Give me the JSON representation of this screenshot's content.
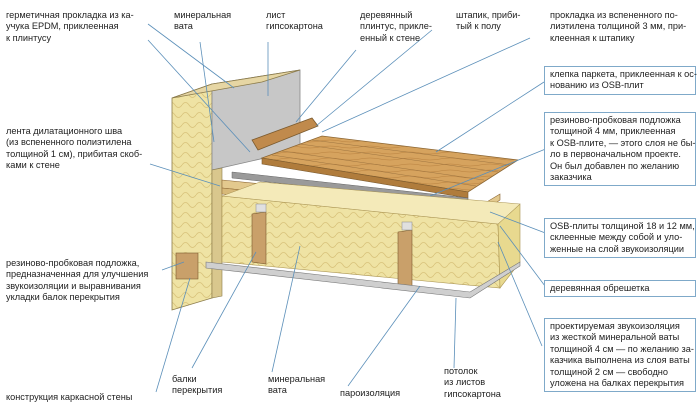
{
  "labels": {
    "epdm": [
      "герметичная прокладка из ка-",
      "учука EPDM, приклеенная",
      "к плинтусу"
    ],
    "wool_top": [
      "минеральная",
      "вата"
    ],
    "drywall": [
      "лист",
      "гипсокартона"
    ],
    "skirting": [
      "деревянный",
      "плинтус, прикле-",
      "енный к стене"
    ],
    "pin": [
      "штапик, приби-",
      "тый к полу"
    ],
    "gasket": [
      "прокладка из вспененного по-",
      "лиэтилена толщиной 3 мм, при-",
      "клеенная к штапику"
    ],
    "parquet": [
      "клепка паркета, приклеенная к ос-",
      "нованию из OSB-плит"
    ],
    "cork_top": [
      "резиново-пробковая подложка",
      "толщиной 4 мм, приклеенная",
      "к OSB-плите, — этого слоя не бы-",
      "ло в первоначальном проекте.",
      "Он был добавлен по желанию",
      "заказчика"
    ],
    "damper": [
      "лента дилатационного шва",
      "(из вспененного полиэтилена",
      "толщиной 1 см), прибитая скоб-",
      "ками к стене"
    ],
    "osb": [
      "OSB-плиты толщиной 18 и 12 мм,",
      "склеенные между собой и уло-",
      "женные на слой звукоизоляции"
    ],
    "cork_bottom": [
      "резиново-пробковая подложка,",
      "предназначенная для улучшения",
      "звукоизоляции и выравнивания",
      "укладки балок перекрытия"
    ],
    "batten": [
      "деревянная обрешетка"
    ],
    "sound_insul": [
      "проектируемая звукоизоляция",
      "из жесткой минеральной ваты",
      "толщиной 4 см — по желанию за-",
      "казчика выполнена из слоя ваты",
      "толщиной 2 см — свободно",
      "уложена на балках перекрытия"
    ],
    "frame_wall": [
      "конструкция каркасной стены"
    ],
    "beams": [
      "балки",
      "перекрытия"
    ],
    "wool_bottom": [
      "минеральная",
      "вата"
    ],
    "vapor": [
      "пароизоляция"
    ],
    "ceiling": [
      "потолок",
      "из листов",
      "гипсокартона"
    ]
  },
  "colors": {
    "leader": "#5b8fb9",
    "box_border": "#7fa9c9",
    "wall_beige": "#e6d6a4",
    "drywall_gray": "#b3b3b3",
    "parquet": "#d9a865",
    "wool": "#efe3a4",
    "beam": "#c9a06a"
  }
}
